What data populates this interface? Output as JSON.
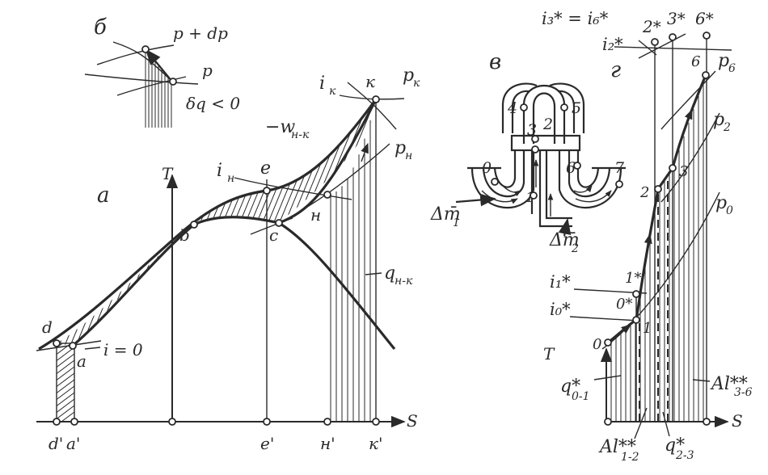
{
  "colors": {
    "ink": "#2a2a2a",
    "paper": "#ffffff"
  },
  "panels": {
    "a": {
      "letter": "а",
      "axis_T": "T",
      "axis_S": "S",
      "points": {
        "d": "d",
        "a": "a",
        "b": "b",
        "c": "c",
        "e": "e",
        "n": "н",
        "k": "к"
      },
      "ticks": {
        "d": "d'",
        "a": "a'",
        "e": "e'",
        "n": "н'",
        "k": "к'"
      },
      "i0": "i = 0",
      "i_n": "i",
      "i_n_sub": "н",
      "i_k": "i",
      "i_k_sub": "к",
      "p_n": "p",
      "p_n_sub": "н",
      "p_k": "p",
      "p_k_sub": "к",
      "w_label": "−w",
      "w_sub": "н-к",
      "q_label": "q",
      "q_sub": "н-к"
    },
    "b": {
      "letter": "б",
      "p_dp": "p + dp",
      "p": "p",
      "dq": "δq < 0"
    },
    "v": {
      "letter": "в",
      "nodes": [
        "0",
        "1",
        "2",
        "3",
        "4",
        "5",
        "6",
        "7"
      ],
      "dm1": "Δm̄",
      "dm1_sub": "1",
      "dm2": "Δm̄",
      "dm2_sub": "2"
    },
    "g": {
      "letter": "г",
      "axis_T": "T",
      "axis_S": "S",
      "i3i6": "i₃* = i₆*",
      "i2": "i₂*",
      "top_2": "2*",
      "top_3": "3*",
      "top_6": "6*",
      "p6": "p",
      "p6_sub": "6",
      "p2": "p",
      "p2_sub": "2",
      "p0": "p",
      "p0_sub": "0",
      "pts": {
        "0": "0",
        "1": "1",
        "2": "2",
        "3": "3",
        "6": "6"
      },
      "pt_0s": "0*",
      "pt_1s": "1*",
      "i1": "i₁*",
      "i0": "i₀*",
      "q01": "q*",
      "q01_sub": "0-1",
      "al36": "Al**",
      "al36_sub": "3-6",
      "al12": "Al**",
      "al12_sub": "1-2",
      "q23": "q*",
      "q23_sub": "2-3"
    }
  }
}
